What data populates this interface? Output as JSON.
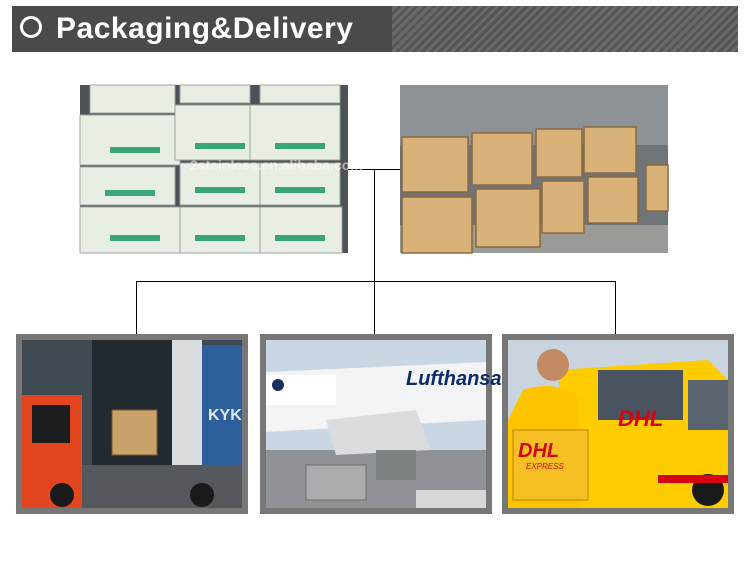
{
  "banner": {
    "title": "Packaging&Delivery"
  },
  "photos": {
    "cartons": {
      "watermark": "2stainless.en.alibaba.com"
    },
    "plane": {
      "brand": "Lufthansa"
    },
    "courier": {
      "logo": "DHL",
      "logo_box": "DHL",
      "box_sub": "EXPRESS"
    }
  },
  "colors": {
    "banner_dark": "#4a4a4a",
    "dhl_yellow": "#ffcc00",
    "dhl_red": "#d40511",
    "frame": "#777777"
  },
  "icons": {
    "banner": "circle-outline-icon"
  }
}
